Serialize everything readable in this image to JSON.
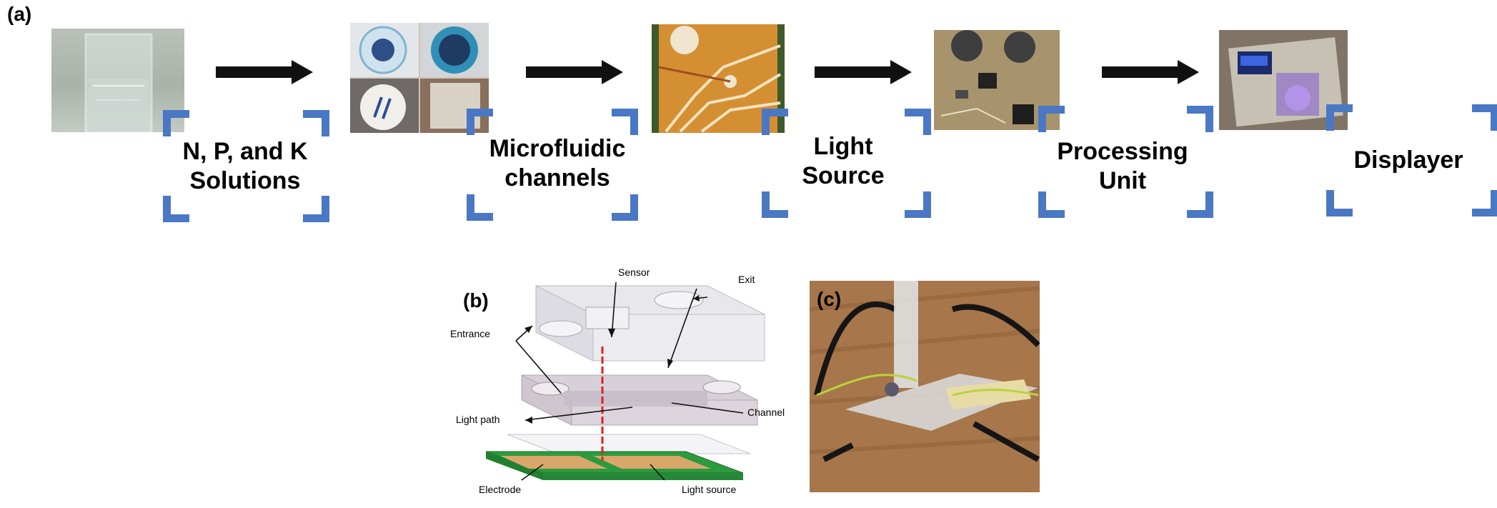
{
  "panel_a": {
    "label": "(a)",
    "stages": [
      {
        "label": "N, P, and K\nSolutions",
        "icon": "beaker-photo"
      },
      {
        "label": "Microfluidic\nchannels",
        "icon": "petri-dish-photo"
      },
      {
        "label": "Light\nSource",
        "icon": "circuit-board-photo"
      },
      {
        "label": "Processing\nUnit",
        "icon": "pcb-photo"
      },
      {
        "label": "Displayer",
        "icon": "display-device-photo"
      }
    ]
  },
  "panel_b": {
    "label": "(b)",
    "callouts": {
      "sensor": "Sensor",
      "exit": "Exit",
      "entrance": "Entrance",
      "light_path": "Light path",
      "channel": "Channel",
      "electrode": "Electrode",
      "light_source": "Light source"
    }
  },
  "panel_c": {
    "label": "(c)"
  },
  "colors": {
    "bracket": "#4a78c4",
    "arrow": "#111111",
    "light_beam": "#e02020"
  }
}
